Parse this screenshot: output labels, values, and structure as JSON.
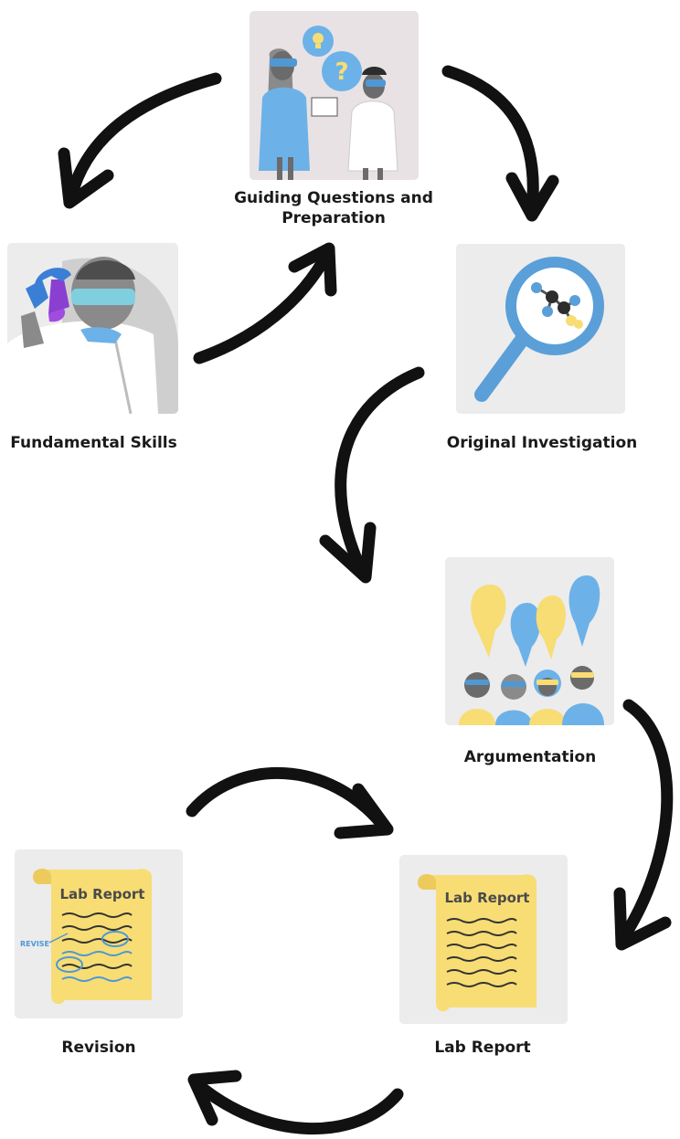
{
  "diagram": {
    "stages": [
      {
        "id": "guiding",
        "label": "Guiding Questions and\nPreparation"
      },
      {
        "id": "fundamental",
        "label": "Fundamental Skills"
      },
      {
        "id": "original",
        "label": "Original Investigation"
      },
      {
        "id": "argumentation",
        "label": "Argumentation"
      },
      {
        "id": "revision",
        "label": "Revision"
      },
      {
        "id": "labreport",
        "label": "Lab Report"
      }
    ],
    "doc_heading": "Lab Report",
    "revise_note": "REVISE",
    "colors": {
      "arrow": "#111111",
      "card": "#ececec",
      "blue": "#6cb2e8",
      "yellow": "#f7dd74",
      "purple": "#8b3fd1",
      "gray": "#8a8a8a"
    }
  }
}
